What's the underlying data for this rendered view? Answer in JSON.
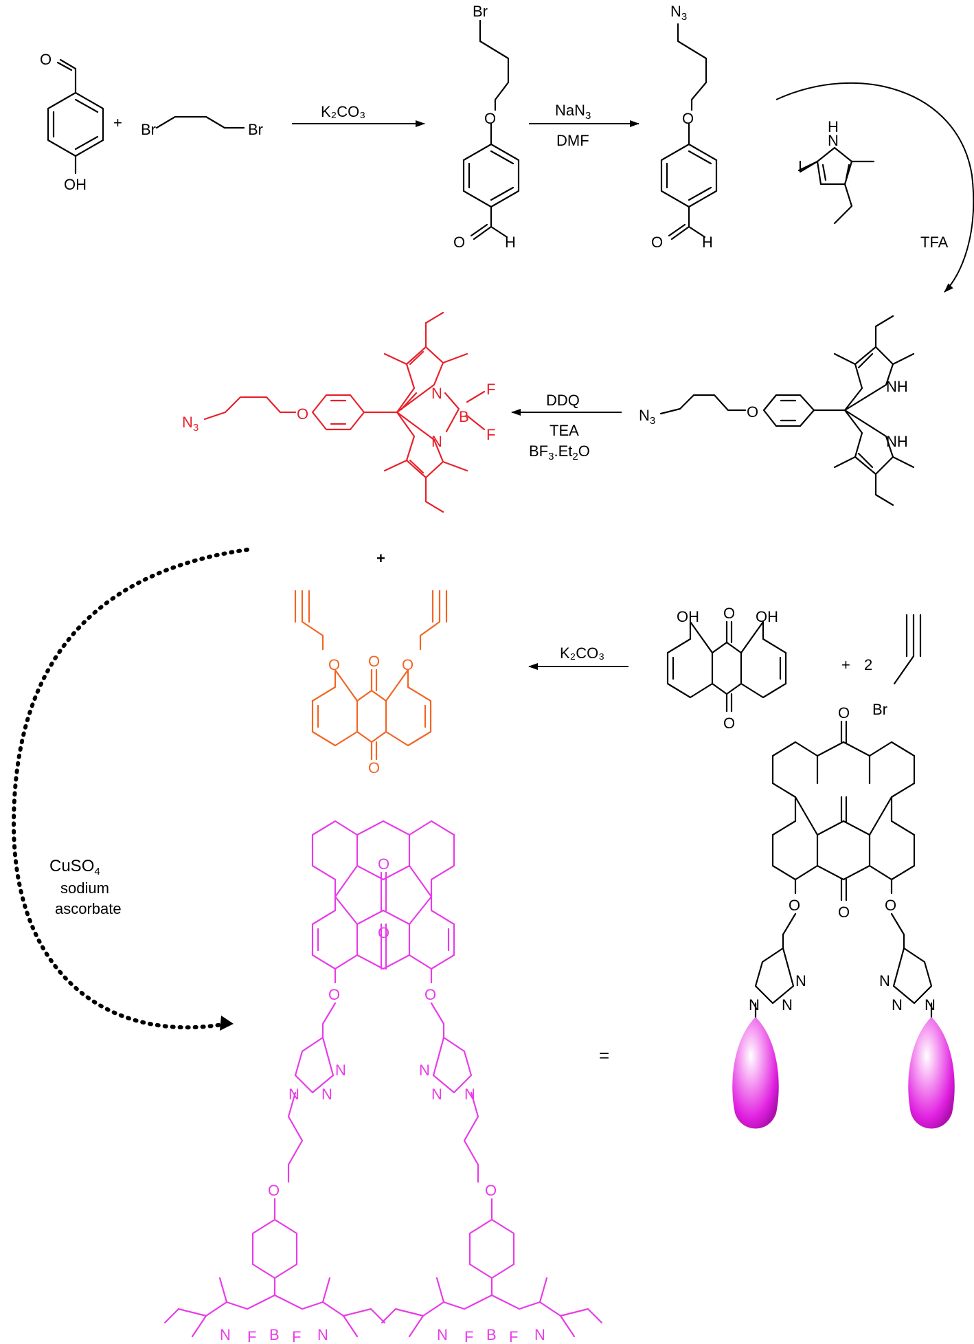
{
  "colors": {
    "black": "#000000",
    "red": "#e8202a",
    "orange": "#f26522",
    "magenta": "#e83be8"
  },
  "step1": {
    "reagent1": {
      "top_atom": "O",
      "bottom_atom": "OH"
    },
    "plus": "+",
    "reagent2": {
      "left_atom": "Br",
      "right_atom": "Br"
    },
    "arrow_label": "K₂CO₃",
    "product": {
      "top_atom": "Br",
      "ether_atom": "O",
      "aldehyde_o": "O",
      "aldehyde_h": "H"
    }
  },
  "step2": {
    "arrow_top": "NaN",
    "arrow_top_sub": "3",
    "arrow_bottom": "DMF",
    "product": {
      "top_atom": "N",
      "top_atom_sub": "3",
      "ether_atom": "O",
      "aldehyde_o": "O",
      "aldehyde_h": "H"
    }
  },
  "step3": {
    "pyrrole_nh": "H",
    "pyrrole_n": "N",
    "curve_label": "TFA"
  },
  "dipyrromethane": {
    "azide": "N",
    "azide_sub": "3",
    "ether": "O",
    "nh_top": "NH",
    "nh_bottom": "NH"
  },
  "step4": {
    "label1": "DDQ",
    "label2": "TEA",
    "label3_a": "BF",
    "label3_sub1": "3",
    "label3_b": ".Et",
    "label3_sub2": "2",
    "label3_c": "O"
  },
  "bodipy": {
    "azide": "N",
    "azide_sub": "3",
    "ether": "O",
    "n_top": "N",
    "n_bottom": "N",
    "boron": "B",
    "f_top": "F",
    "f_bottom": "F"
  },
  "plus_mid": "+",
  "anthraquinone_step": {
    "oh_left": "OH",
    "oh_right": "OH",
    "o_top": "O",
    "o_bottom": "O",
    "plus": "+",
    "coeff": "2",
    "propargyl_br": "Br",
    "arrow_label": "K₂CO₃"
  },
  "dipropargyl": {
    "o_left": "O",
    "o_right": "O",
    "o_top": "O",
    "o_bottom": "O"
  },
  "click": {
    "label1_a": "CuSO",
    "label1_sub": "4",
    "label2": "sodium",
    "label3": "ascorbate"
  },
  "final": {
    "o_top": "O",
    "o_mid": "O",
    "o_left": "O",
    "o_right": "O",
    "tz_left_n1": "N",
    "tz_left_n2": "N",
    "tz_left_n3": "N",
    "tz_right_n1": "N",
    "tz_right_n2": "N",
    "tz_right_n3": "N",
    "o_ether_left": "O",
    "o_ether_right": "O",
    "bodipy_left_n1": "N",
    "bodipy_left_n2": "N",
    "bodipy_left_b": "B",
    "bodipy_left_f1": "F",
    "bodipy_left_f2": "F",
    "bodipy_right_n1": "N",
    "bodipy_right_n2": "N",
    "bodipy_right_b": "B",
    "bodipy_right_f1": "F",
    "bodipy_right_f2": "F"
  },
  "equals": "=",
  "schematic": {
    "o_top": "O",
    "o_mid": "O",
    "o_left": "O",
    "o_right": "O",
    "tz_left_n1": "N",
    "tz_left_n2": "N",
    "tz_left_n3": "N",
    "tz_right_n1": "N",
    "tz_right_n2": "N",
    "tz_right_n3": "N"
  }
}
